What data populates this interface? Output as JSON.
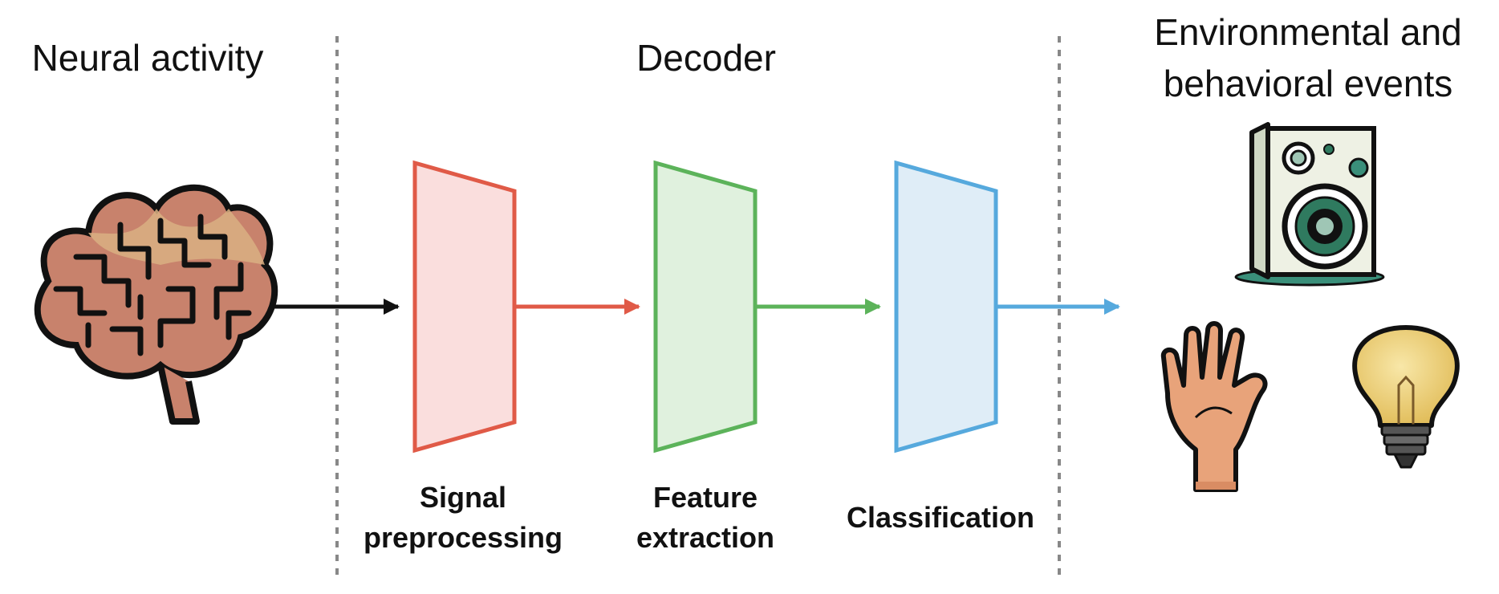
{
  "headers": {
    "neural_activity": "Neural activity",
    "decoder": "Decoder",
    "events_line1": "Environmental and",
    "events_line2": "behavioral events"
  },
  "stages": [
    {
      "line1": "Signal",
      "line2": "preprocessing",
      "stroke": "#e05a47",
      "fill": "#fadedd"
    },
    {
      "line1": "Feature",
      "line2": "extraction",
      "stroke": "#5cb35a",
      "fill": "#e0f1de"
    },
    {
      "line1": "Classification",
      "line2": "",
      "stroke": "#56a9dd",
      "fill": "#dfedf7"
    }
  ],
  "colors": {
    "input_arrow": "#111111",
    "divider": "#888888"
  },
  "icons": [
    "brain-icon",
    "speaker-icon",
    "hand-icon",
    "lightbulb-icon"
  ]
}
